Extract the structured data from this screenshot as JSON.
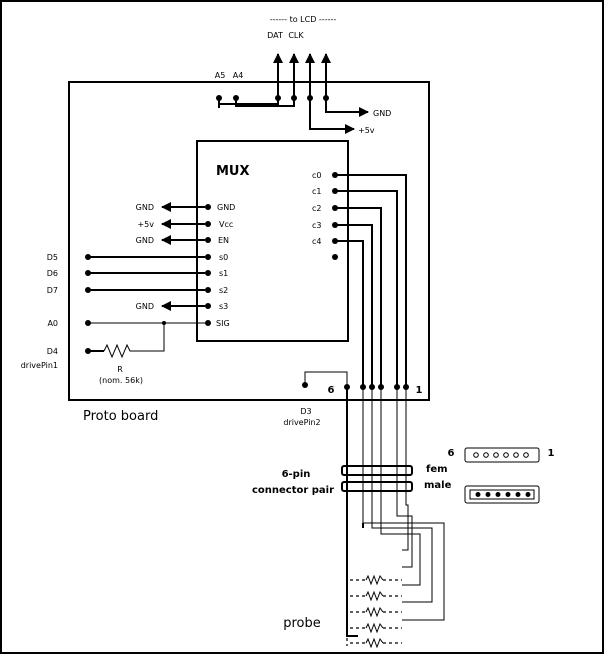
{
  "header": {
    "to_lcd": "------ to LCD ------",
    "dat": "DAT",
    "clk": "CLK"
  },
  "board": {
    "title": "Proto board",
    "a5": "A5",
    "a4": "A4",
    "gnd": "GND",
    "plus5v": "+5v"
  },
  "mux": {
    "title": "MUX",
    "left_pins": [
      "GND",
      "Vcc",
      "EN",
      "s0",
      "s1",
      "s2",
      "s3",
      "SIG"
    ],
    "right_pins": [
      "c0",
      "c1",
      "c2",
      "c3",
      "c4"
    ]
  },
  "left_labels": {
    "gnd_1": "GND",
    "plus5v": "+5v",
    "gnd_2": "GND",
    "d5": "D5",
    "d6": "D6",
    "d7": "D7",
    "gnd_3": "GND",
    "a0": "A0",
    "d4": "D4",
    "drivepin1": "drivePin1"
  },
  "resistor": {
    "label": "R",
    "note": "(nom. 56k)"
  },
  "header_pins": {
    "left": "6",
    "right": "1"
  },
  "d3": {
    "label": "D3",
    "sub": "drivePin2"
  },
  "connector": {
    "label_line1": "6-pin",
    "label_line2": "connector pair",
    "pin6": "6",
    "pin1": "1",
    "fem": "fem",
    "male": "male"
  },
  "probe": {
    "label": "probe"
  }
}
